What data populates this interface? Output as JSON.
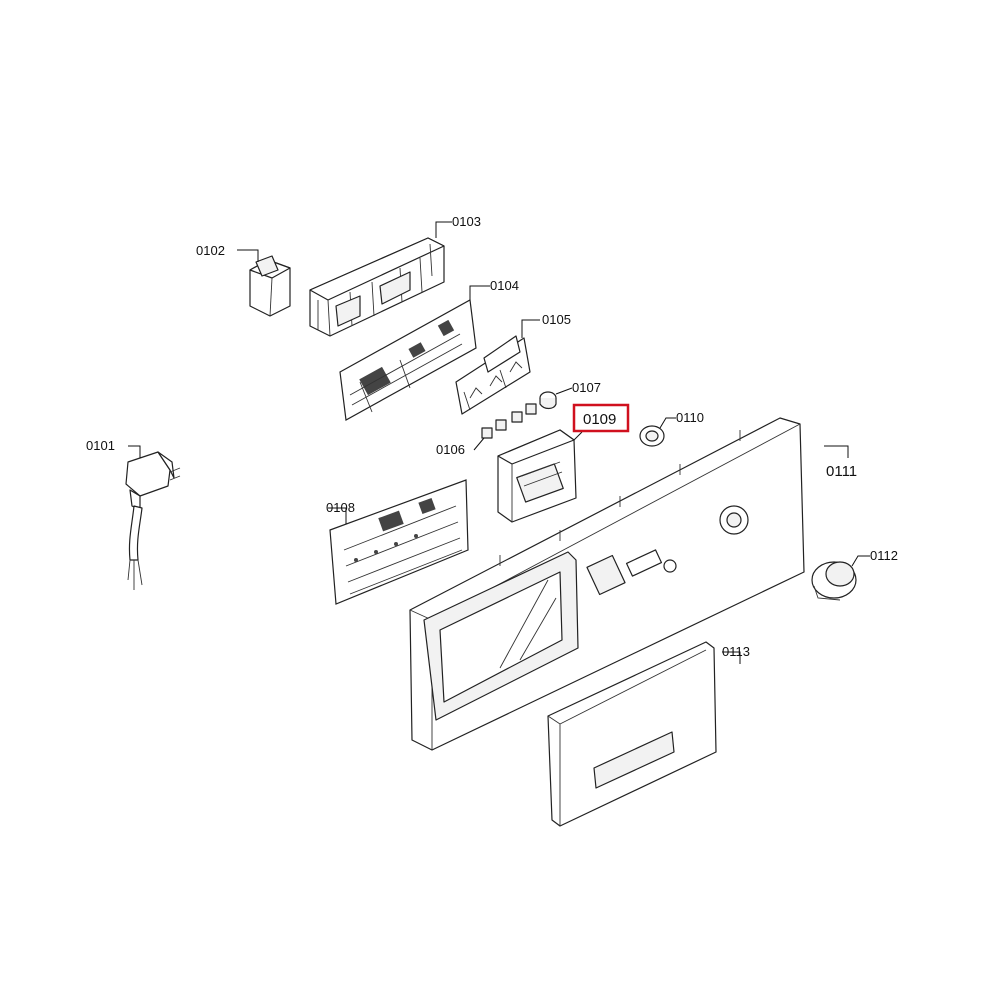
{
  "callouts": {
    "c0101": "0101",
    "c0102": "0102",
    "c0103": "0103",
    "c0104": "0104",
    "c0105": "0105",
    "c0106": "0106",
    "c0107": "0107",
    "c0108": "0108",
    "c0109": "0109",
    "c0110": "0110",
    "c0111": "0111",
    "c0112": "0112",
    "c0113": "0113"
  },
  "highlighted_callout": "0109",
  "colors": {
    "highlight": "#d0101e",
    "line": "#222222"
  }
}
